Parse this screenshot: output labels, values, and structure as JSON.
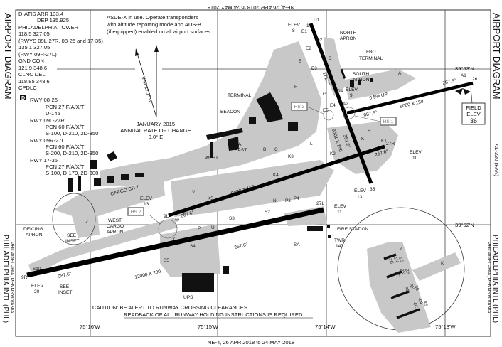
{
  "header": {
    "effective_dates_top": "NE-4, 26 APR 2018 to 24 MAY 2018",
    "effective_dates_bottom": "NE-4, 26 APR 2018 to 24 MAY 2018"
  },
  "title": "AIRPORT DIAGRAM",
  "chart_number": "AL-320 (FAA)",
  "airport_name": "PHILADELPHIA INTL (PHL)",
  "airport_location": "PHILADELPHIA, PENNSYLVANIA",
  "frequencies": [
    "D-ATIS ARR  133.4",
    "DEP  135.925",
    "PHILADELPHIA TOWER",
    "118.5  327.05",
    "(RWYS 09L-27R, 08-26 and 17-35)",
    "135.1  327.05",
    "(RWY 09R-27L)",
    "GND CON",
    "121.9  348.6",
    "CLNC DEL",
    "118.85  348.6",
    "CPDLC"
  ],
  "datalink_badge": "D",
  "runway_strength": [
    {
      "runway": "RWY 08-26",
      "pcn": "PCN 27 F/A/X/T",
      "weights": "D-145"
    },
    {
      "runway": "RWY 09L-27R",
      "pcn": "PCN 60 F/A/X/T",
      "weights": "S-100, D-210, 2D-350"
    },
    {
      "runway": "RWY 09R-27L",
      "pcn": "PCN 60 F/A/X/T",
      "weights": "S-200, D-210, 2D-350"
    },
    {
      "runway": "RWY 17-35",
      "pcn": "PCN 27 F/A/X/T",
      "weights": "S-100, D-170, 2D-300"
    }
  ],
  "asde_note": [
    "ASDE-X in use. Operate transponders",
    "with altitude reporting mode and ADS-B",
    "(if equipped) enabled on all airport surfaces."
  ],
  "magnetic_variation": {
    "var_label": "VAR 12.1° W",
    "date": "JANUARY 2015",
    "rate_label": "ANNUAL RATE OF CHANGE",
    "rate": "0.0° E"
  },
  "latitudes": [
    "39°53'N",
    "39°52'N"
  ],
  "longitudes": [
    "75°16'W",
    "75°15'W",
    "75°14'W",
    "75°13'W"
  ],
  "field_elev": {
    "label1": "FIELD",
    "label2": "ELEV",
    "value": "36"
  },
  "runways": {
    "r826": {
      "end1": "8",
      "end2": "26",
      "dims": "5000 X 150",
      "hdg1": "087.6°",
      "hdg2": "267.6°",
      "slope": "0.5% UP"
    },
    "r9l27r": {
      "end1": "9L",
      "end2": "27R",
      "dims": "9500 X 150",
      "hdg1": "087.6°",
      "hdg2": "267.6°"
    },
    "r9r27l": {
      "end1": "9R",
      "end2": "27L",
      "dims": "12000 X 200",
      "hdg1": "087.6°",
      "hdg2": "267.6°"
    },
    "r1735": {
      "end1": "17",
      "end2": "35",
      "dims": "6501 X 150",
      "hdg1": "171.2°",
      "hdg2": "351.2°"
    }
  },
  "elevations": {
    "e17": "ELEV 8",
    "e8": "ELEV 9",
    "e27r": "ELEV 10",
    "e35": "ELEV 13",
    "e9l": "ELEV 13",
    "e27l": "ELEV 11",
    "e9r": "ELEV 20"
  },
  "elev_word": "ELEV",
  "elev_values": {
    "e17": "8",
    "e8": "9",
    "e27r": "10",
    "e35": "13",
    "e9l": "13",
    "e27l": "11",
    "e9r": "20"
  },
  "hot_spots": [
    "HS 1",
    "HS 2",
    "HS 3"
  ],
  "areas": {
    "north_apron": [
      "NORTH",
      "APRON"
    ],
    "fbo": [
      "FBO",
      "TERMINAL"
    ],
    "south_apron": [
      "SOUTH",
      "APRON"
    ],
    "terminal": "TERMINAL",
    "beacon": "BEACON",
    "a_west": [
      "A",
      "WEST"
    ],
    "a_east": [
      "A",
      "EAST"
    ],
    "cargo_city": "CARGO CITY",
    "west_cargo": [
      "WEST",
      "CARGO",
      "APRON"
    ],
    "deicing": [
      "DEICING",
      "APRON"
    ],
    "see_inset": [
      "SEE",
      "INSET"
    ],
    "fire_station": "FIRE STATION",
    "twr": [
      "TWR",
      "147"
    ],
    "ups": "UPS"
  },
  "taxiways": [
    "D1",
    "D2",
    "E1",
    "E2",
    "E3",
    "E4",
    "E5",
    "E",
    "D",
    "D4",
    "G",
    "J",
    "F",
    "K",
    "K1",
    "K2",
    "K3",
    "H",
    "S",
    "P",
    "T",
    "Y",
    "U",
    "W",
    "Z",
    "S1",
    "S2",
    "S3",
    "S4",
    "S5",
    "S10",
    "SA",
    "N",
    "V",
    "A",
    "A1",
    "A2",
    "B",
    "C",
    "L",
    "K4",
    "K5",
    "P3",
    "P4"
  ],
  "inset_labels": [
    "1N",
    "1S",
    "1C",
    "2N",
    "2S",
    "2C",
    "3N",
    "3S",
    "3C",
    "4N",
    "4S",
    "4C",
    "Z",
    "K"
  ],
  "caution": [
    "CAUTION: BE ALERT TO RUNWAY CROSSING CLEARANCES.",
    "READBACK OF ALL RUNWAY HOLDING INSTRUCTIONS IS REQUIRED."
  ]
}
